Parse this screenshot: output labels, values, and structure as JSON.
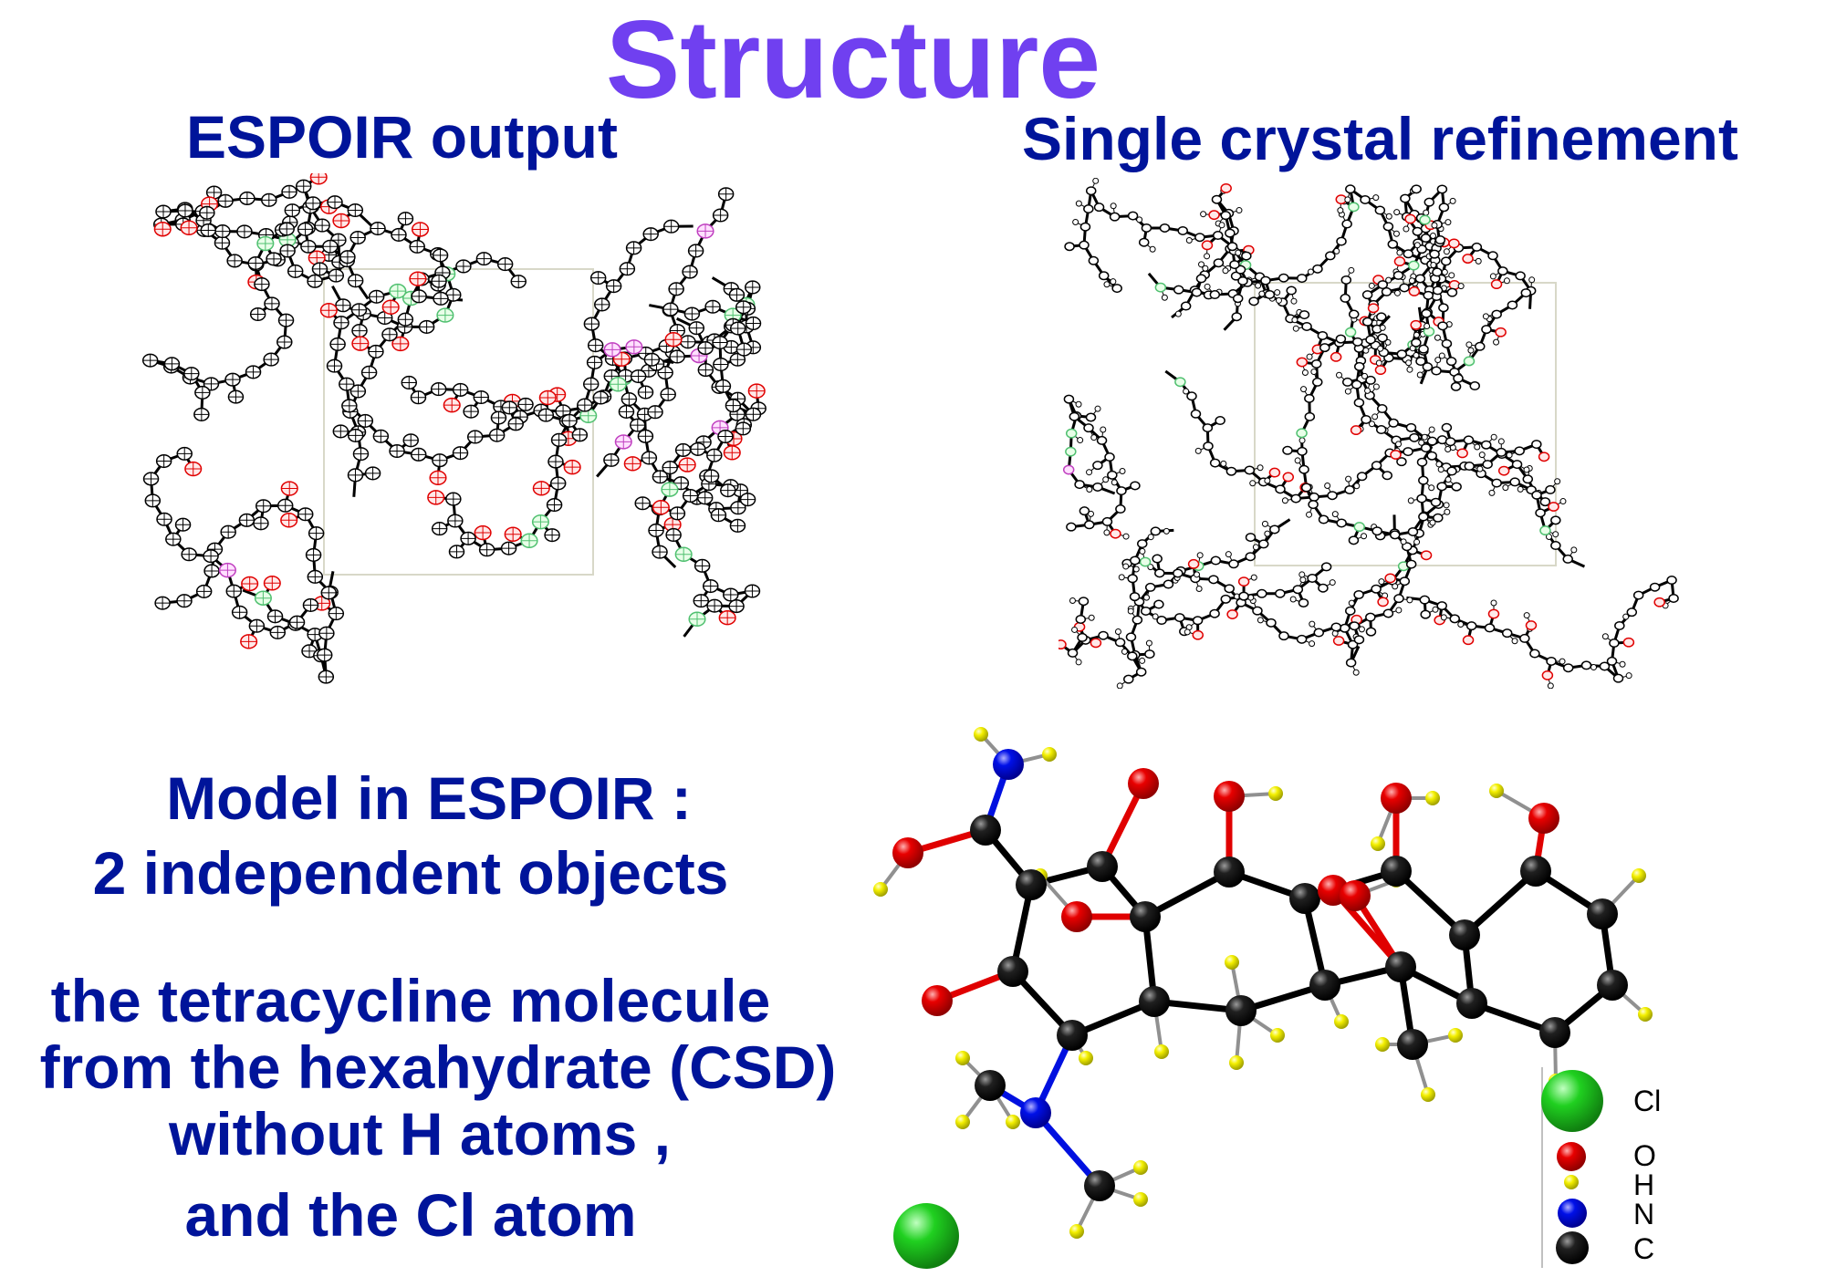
{
  "title": "Structure",
  "left_panel": {
    "heading": "ESPOIR output"
  },
  "right_panel": {
    "heading": "Single crystal refinement"
  },
  "model_text": {
    "line1": "Model in ESPOIR :",
    "line2": "2 independent objects",
    "line3": "the tetracycline molecule",
    "line4": "from the hexahydrate (CSD)",
    "line5": "without H atoms ,",
    "line6": "and the Cl atom"
  },
  "legend": {
    "cl": "Cl",
    "o": "O",
    "h": "H",
    "n": "N",
    "c": "C"
  },
  "colors": {
    "title": "#7040f0",
    "text": "#00149a",
    "carbon": "#000000",
    "oxygen": "#e00000",
    "nitrogen": "#0000e0",
    "hydrogen": "#f0f000",
    "chlorine": "#20c020"
  }
}
